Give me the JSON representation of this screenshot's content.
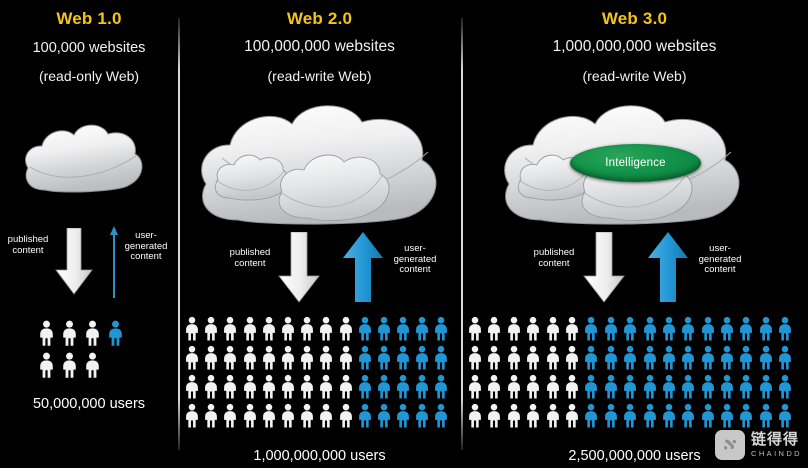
{
  "columns": [
    {
      "id": "web1",
      "title": "Web 1.0",
      "websites": "100,000 websites",
      "mode": "(read-only Web)",
      "published_label": "published\ncontent",
      "usergen_label": "user-\ngenerated\ncontent",
      "users": "50,000,000 users",
      "people": {
        "rows": [
          {
            "white": 3,
            "blue": 1
          },
          {
            "white": 3,
            "blue": 0
          }
        ]
      }
    },
    {
      "id": "web2",
      "title": "Web 2.0",
      "websites": "100,000,000 websites",
      "mode": "(read-write Web)",
      "published_label": "published\ncontent",
      "usergen_label": "user-\ngenerated\ncontent",
      "users": "1,000,000,000 users",
      "people": {
        "rows": [
          {
            "white": 9,
            "blue": 5
          },
          {
            "white": 9,
            "blue": 5
          },
          {
            "white": 9,
            "blue": 5
          },
          {
            "white": 9,
            "blue": 5
          }
        ]
      }
    },
    {
      "id": "web3",
      "title": "Web 3.0",
      "websites": "1,000,000,000 websites",
      "mode": "(read-write Web)",
      "published_label": "published\ncontent",
      "usergen_label": "user-\ngenerated\ncontent",
      "users": "2,500,000,000 users",
      "badge": "Intelligence",
      "people": {
        "rows": [
          {
            "white": 6,
            "blue": 11
          },
          {
            "white": 6,
            "blue": 11
          },
          {
            "white": 6,
            "blue": 11
          },
          {
            "white": 6,
            "blue": 11
          }
        ]
      }
    }
  ],
  "watermark": {
    "cn": "链得得",
    "en": "CHAINDD"
  },
  "colors": {
    "background": "#000000",
    "title": "#f3c41a",
    "text": "#ffffff",
    "blue": "#2196d4",
    "white_figure": "#f2f2f2",
    "green_badge": "#13934a",
    "divider": "#d8d8d8"
  }
}
